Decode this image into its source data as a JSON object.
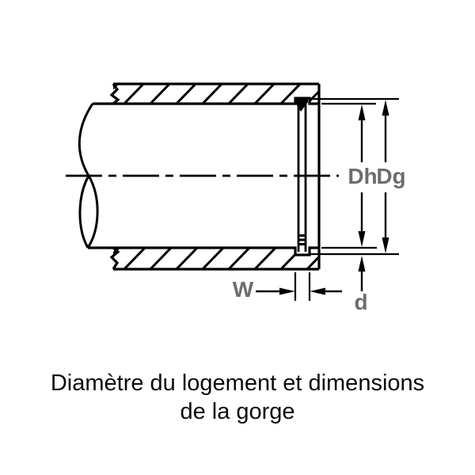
{
  "diagram": {
    "type": "technical-section-drawing",
    "subject": "housing bore with retaining-ring groove",
    "labels": {
      "housing_bore_diameter": "Dh",
      "groove_diameter": "Dg",
      "groove_width": "W",
      "groove_depth": "d"
    },
    "caption": {
      "line1": "Diamètre du logement et dimensions",
      "line2": "de la gorge"
    },
    "colors": {
      "line": "#000000",
      "dimension_label": "#6d6d6d",
      "background": "#ffffff"
    }
  }
}
